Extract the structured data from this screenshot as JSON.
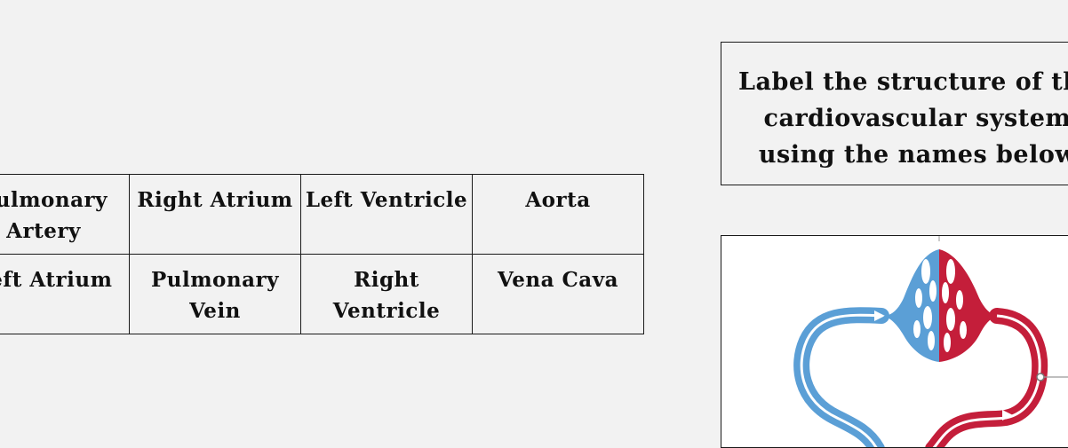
{
  "instruction": {
    "text": "Label the structure of the cardiovascular system using the names below"
  },
  "names_table": {
    "rows": [
      [
        "Pulmonary Artery",
        "Right Atrium",
        "Left Ventricle",
        "Aorta"
      ],
      [
        "Left Atrium",
        "Pulmonary Vein",
        "Right Ventricle",
        "Vena Cava"
      ]
    ]
  },
  "diagram": {
    "deoxygenated_color": "#5b9fd6",
    "oxygenated_color": "#c41e3a"
  }
}
